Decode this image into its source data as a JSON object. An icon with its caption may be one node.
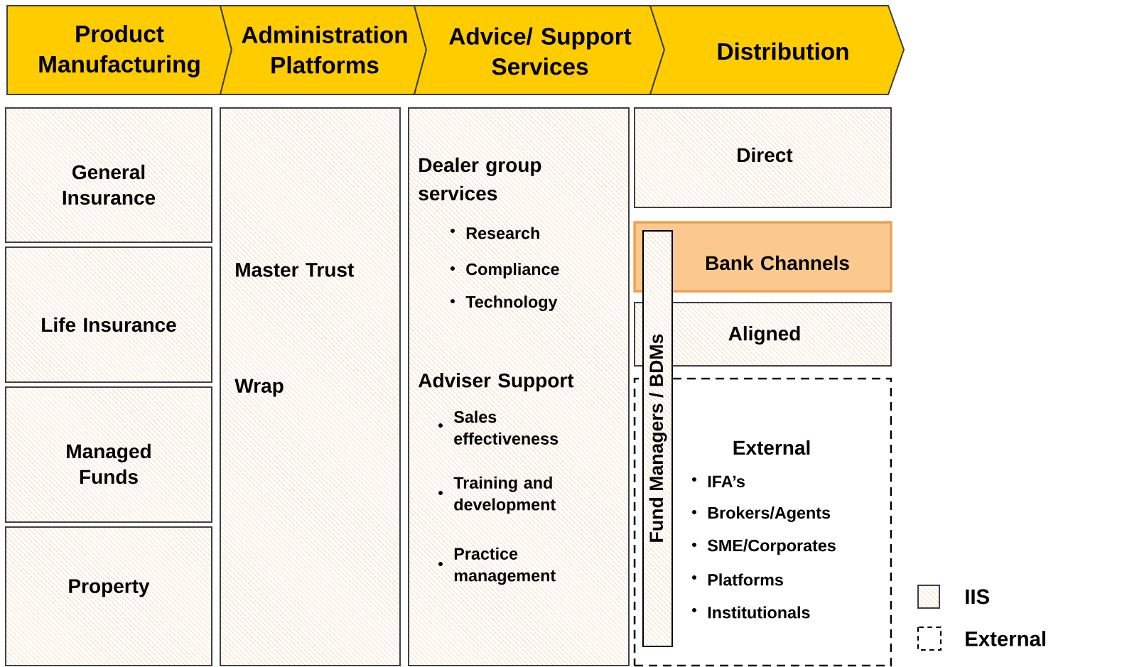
{
  "diagram": {
    "nodes": [
      {
        "text": [
          "Product Manufacturing"
        ]
      },
      {
        "text": [
          "Administration Platforms"
        ]
      },
      {
        "text": [
          "Advice/ Support Services"
        ]
      },
      {
        "text": [
          "Distribution"
        ]
      },
      {
        "text": [
          "General Insurance"
        ]
      },
      {
        "text": [
          "Life Insurance"
        ]
      },
      {
        "text": [
          "Managed Funds"
        ]
      },
      {
        "text": [
          "Property"
        ]
      },
      {
        "text": [
          "Master Trust",
          "Wrap"
        ]
      },
      {
        "text": [
          "Dealer group services",
          "Research",
          "Compliance",
          "Technology",
          "Adviser Support",
          "Sales effectiveness",
          "Training and development",
          "Practice management"
        ]
      },
      {
        "text": [
          "Direct"
        ]
      },
      {
        "text": [
          "Bank Channels"
        ]
      },
      {
        "text": [
          "Aligned"
        ]
      },
      {
        "text": [
          "External",
          "IFA’s",
          "Brokers/Agents",
          "SME/Corporates",
          "Platforms",
          "Institutionals"
        ]
      },
      {
        "text": [
          "Fund Managers / BDMs"
        ]
      }
    ],
    "legend": [
      {
        "text": "IIS"
      },
      {
        "text": "External"
      }
    ]
  }
}
